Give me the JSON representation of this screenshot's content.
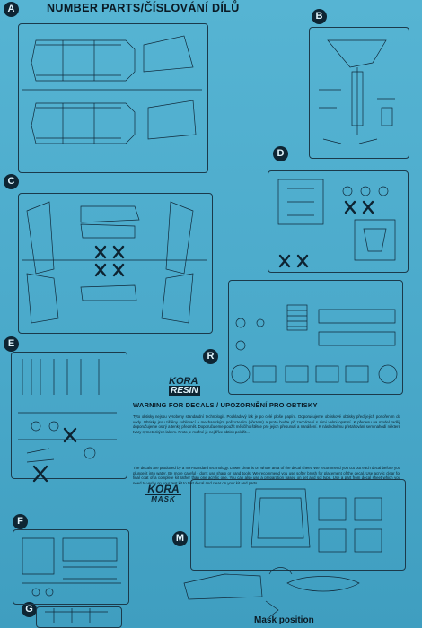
{
  "title": "NUMBER PARTS/ČÍSLOVÁNÍ DÍLŮ",
  "sections": {
    "a": "A",
    "b": "B",
    "c": "C",
    "d": "D",
    "e": "E",
    "r": "R",
    "f": "F",
    "g": "G",
    "m": "M"
  },
  "resin_logo": {
    "line1": "KORA",
    "line2": "RESIN"
  },
  "mask_logo": {
    "line1": "KORA",
    "line2": "MASK"
  },
  "warning_title": "WARNING FOR DECALS / UPOZORNĚNÍ PRO OBTISKY",
  "warning_cz": "Tyto obtisky nejsou vyrobeny standardní technologií. Podkladový lak je po celé ploše papíru. Doporučujeme obtiskové obtisky před jejich ponořením do vody. Obtisky jsou tištěny sublimací a mechanickým poškozením (ořezem) a proto buďte při zacházení s nimi velmi opatrní. K přenesu na model raději doporučujeme ostrý a tenký předmět. Doporučujeme použít měkčího štětce pro jejich přesunutí a nanášení. K následnému přetahování sem nahodí některé tvary symetrických lakem. Proto je možné je nejdříve obtisk položit...",
  "warning_en": "The decals are produced by a non-standard technology. Lower clear is on whole area of the decal sheet. We recommend you cut out each decal before you plunge it into water. Be more careful - don't use sharp or hand tools. We recommend you use softer brush for placement of the decal. Use acrylic clear for final coat of a complete kit rather than one acrylic one. You can also use a preparation based on set and sol type. Use a part from decal sheet which you need to verify on your test kit to test decal and clear on your kit and parts.",
  "mask_position": "Mask position"
}
